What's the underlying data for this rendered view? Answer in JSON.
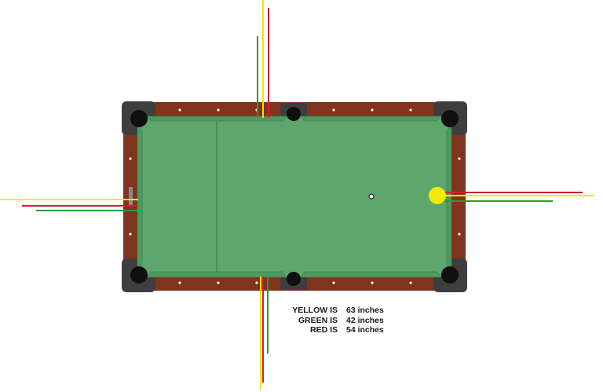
{
  "colors": {
    "rail": "#80331d",
    "cloth": "#5ea66d",
    "cushion": "#4e9a5d",
    "line_stroke": "#3f7f50",
    "pocket_corner": "#3e3e3e",
    "pocket_hole": "#101010",
    "yellow": "#f2e600",
    "green": "#2e9a2e",
    "red": "#d01f2b",
    "cue_ball": "#f5e900",
    "diamond": "#ffffff"
  },
  "legend": [
    {
      "label": "YELLOW IS",
      "value": "63 inches"
    },
    {
      "label": "GREEN IS",
      "value": "42 inches"
    },
    {
      "label": "RED IS",
      "value": "54 inches"
    }
  ]
}
